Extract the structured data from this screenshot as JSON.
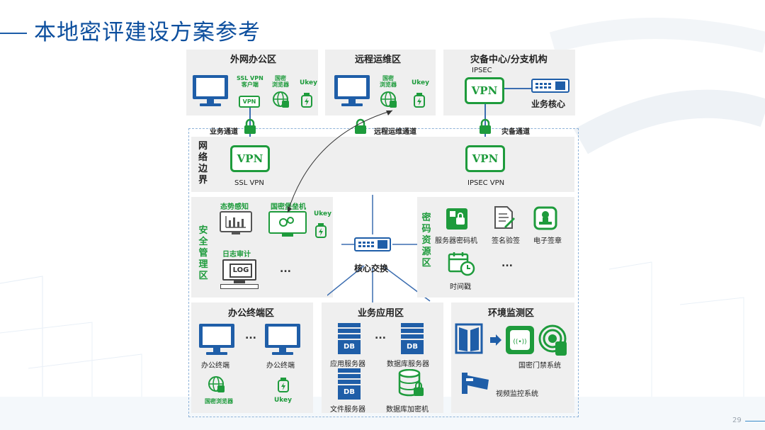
{
  "title": "本地密评建设方案参考",
  "page_number": "29",
  "colors": {
    "accent_green": "#1e9b3c",
    "title_blue": "#0d4f9e",
    "line_blue": "#3b6db0",
    "zone_gray": "#efefef"
  },
  "zones": {
    "external_office": {
      "title": "外网办公区",
      "ssl_client": "SSL VPN\n客户端",
      "browser": "国密\n浏览器",
      "ukey": "Ukey"
    },
    "remote_ops": {
      "title": "远程运维区",
      "browser": "国密\n浏览器",
      "ukey": "Ukey"
    },
    "backup_center": {
      "title": "灾备中心/分支机构",
      "ipsec": "IPSEC",
      "vpn": "VPN",
      "business_core": "业务核心"
    },
    "channels": {
      "business": "业务通道",
      "remote_ops": "远程运维通道",
      "backup": "灾备通道"
    },
    "network_border": {
      "title": "网络边界",
      "ssl_vpn": "SSL VPN",
      "ipsec_vpn": "IPSEC VPN",
      "vpn": "VPN"
    },
    "security_mgmt": {
      "title": "安全管理区",
      "situation": "态势感知",
      "bastion": "国密堡垒机",
      "ukey": "Ukey",
      "log_audit": "日志审计",
      "log": "LOG",
      "more": "..."
    },
    "core_switch": {
      "label": "核心交换"
    },
    "crypto_resource": {
      "title": "密码资源区",
      "server_cipher": "服务器密码机",
      "sign_verify": "签名验签",
      "e_seal": "电子签章",
      "timestamp": "时间戳",
      "more": "..."
    },
    "office_terminal": {
      "title": "办公终端区",
      "terminal1": "办公终端",
      "terminal2": "办公终端",
      "browser": "国密浏览器",
      "ukey": "Ukey",
      "more": "..."
    },
    "business_app": {
      "title": "业务应用区",
      "app_server": "应用服务器",
      "db_server": "数据库服务器",
      "file_server": "文件服务器",
      "db_encrypt": "数据库加密机",
      "db": "DB",
      "more": "..."
    },
    "env_monitor": {
      "title": "环境监测区",
      "access_control": "国密门禁系统",
      "video": "视频监控系统"
    }
  }
}
